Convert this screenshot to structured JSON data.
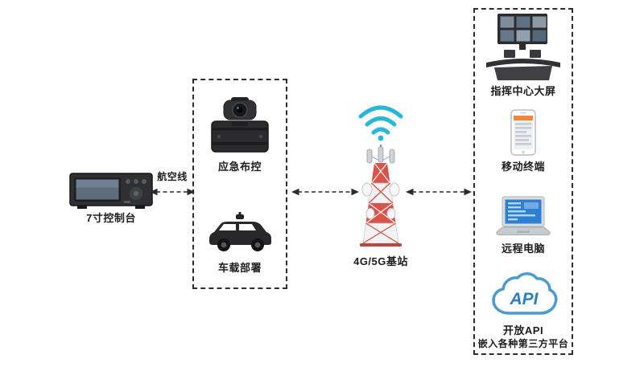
{
  "console": {
    "label": "7寸控制台"
  },
  "links": {
    "aviation": "航空线"
  },
  "field": {
    "camera_label": "应急布控",
    "vehicle_label": "车载部署"
  },
  "station": {
    "label": "4G/5G基站"
  },
  "platform": {
    "command_label": "指挥中心大屏",
    "mobile_label": "移动终端",
    "pc_label": "远程电脑",
    "api_label": "开放API",
    "api_sublabel": "嵌入各种第三方平台",
    "api_icon_text": "API"
  },
  "colors": {
    "wifi_cyan": "#29b6d8",
    "tower_red": "#d9534a",
    "cloud_blue": "#4a9bd5",
    "screen_blue": "#2f7fd0",
    "line_dark": "#2b2b2b",
    "device_dark": "#2c2c2e"
  }
}
